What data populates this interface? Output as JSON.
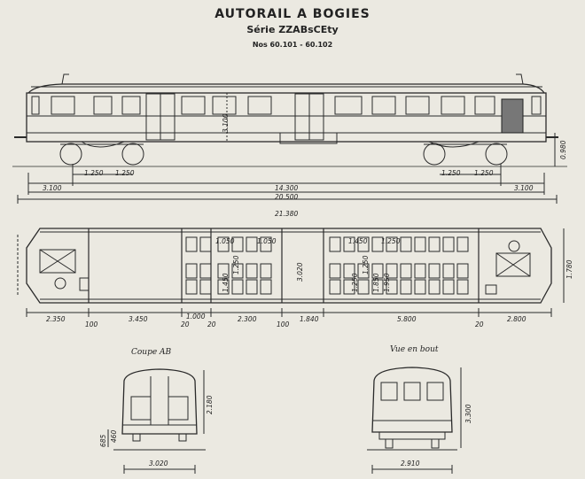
{
  "title": {
    "line1": "AUTORAIL A BOGIES",
    "line2": "Série ZZABsCEty",
    "line3": "Nos 60.101 - 60.102"
  },
  "elevation": {
    "dims": {
      "door_width": "1.250",
      "door_width_2": "1.250",
      "door_width_3": "1.250",
      "door_width_4": "1.250",
      "overhang_left": "3.100",
      "overhang_right": "3.100",
      "bogie_centers": "14.300",
      "length_body": "20.500",
      "length_total": "21.380",
      "height_body": "3.100",
      "height_side": "0.980"
    }
  },
  "plan": {
    "dims": {
      "seg1": "2.350",
      "seg2": "100",
      "seg3": "3.450",
      "seg4": "1.000",
      "seg5": "20",
      "seg6": "20",
      "seg7": "2.300",
      "seg8": "100",
      "seg9": "1.840",
      "seg10": "5.800",
      "seg11": "20",
      "seg12": "2.800",
      "width": "1.780",
      "mid": "3.020",
      "r1": "1.050",
      "r2": "1.050",
      "r3": "1.450",
      "r4": "1.250",
      "r5": "1.450",
      "r6": "1.250",
      "r7": "1.250",
      "r8": "1.250",
      "r9": "1.850",
      "r10": "1.950"
    }
  },
  "section": {
    "caption": "Coupe AB",
    "height": "2.180",
    "base": "685",
    "base2": "460",
    "width": "3.020"
  },
  "endview": {
    "caption": "Vue en bout",
    "height": "3.300",
    "width": "2.910"
  },
  "colors": {
    "ink": "#2a2a2a",
    "paper": "#ebe9e1"
  }
}
